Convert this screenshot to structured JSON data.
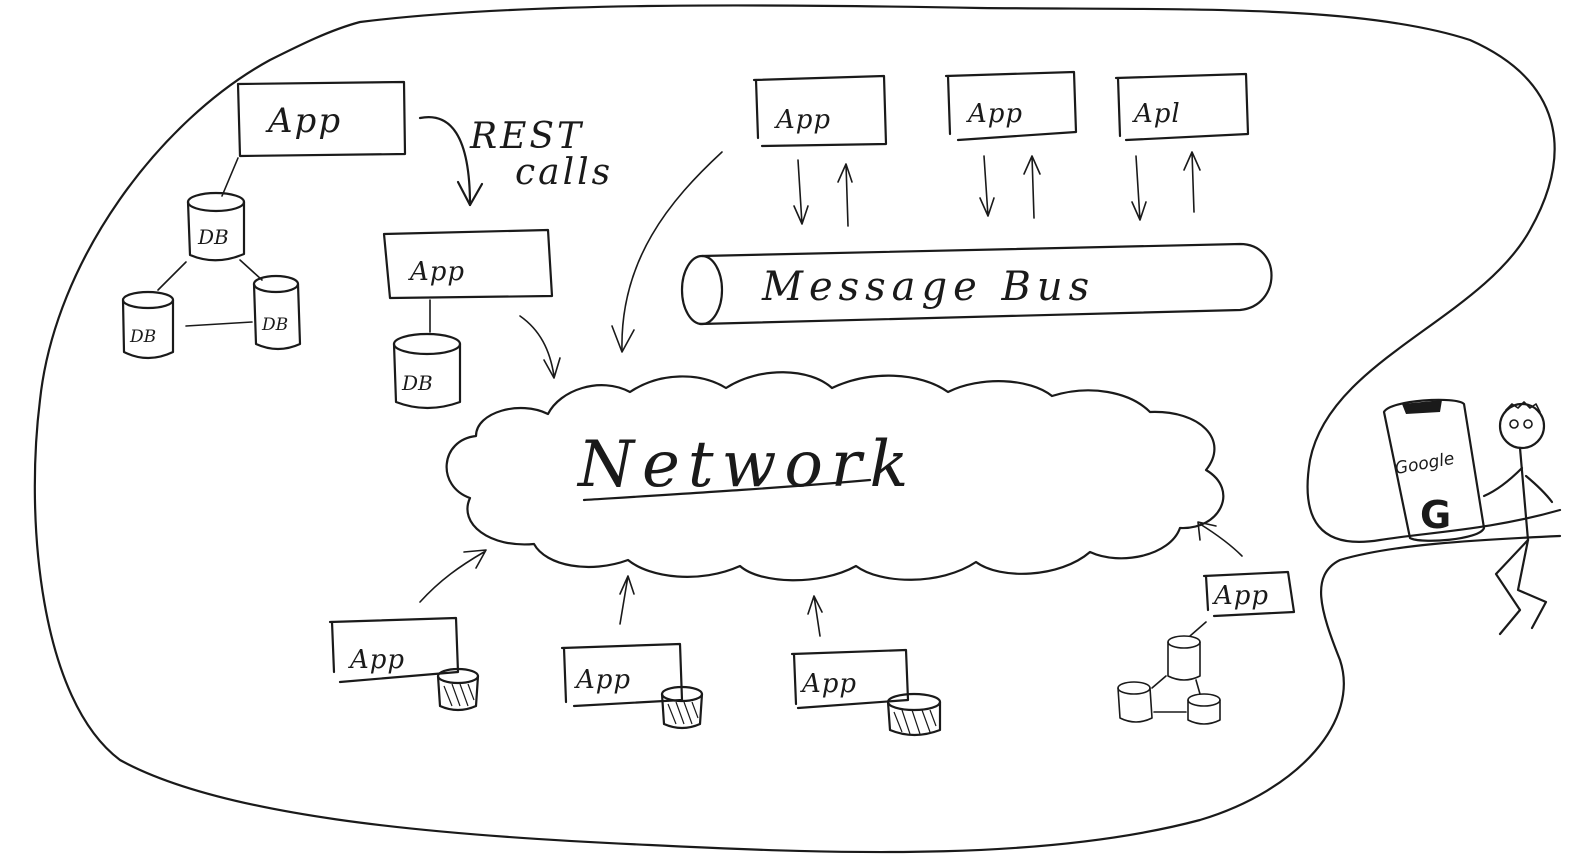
{
  "diagram": {
    "apps": {
      "top_left": "App",
      "rest_target": "App",
      "bus_1": "App",
      "bus_2": "App",
      "bus_3": "Apl",
      "bottom_1": "App",
      "bottom_2": "App",
      "bottom_3": "App",
      "bottom_right": "App"
    },
    "databases": {
      "cluster_top": "DB",
      "cluster_left": "DB",
      "cluster_right": "DB",
      "rest_db": "DB"
    },
    "rest_calls": {
      "line1": "REST",
      "line2": "calls"
    },
    "message_bus": "Message Bus",
    "network": "Network",
    "phone": {
      "brand": "Google",
      "logo": "G"
    }
  }
}
